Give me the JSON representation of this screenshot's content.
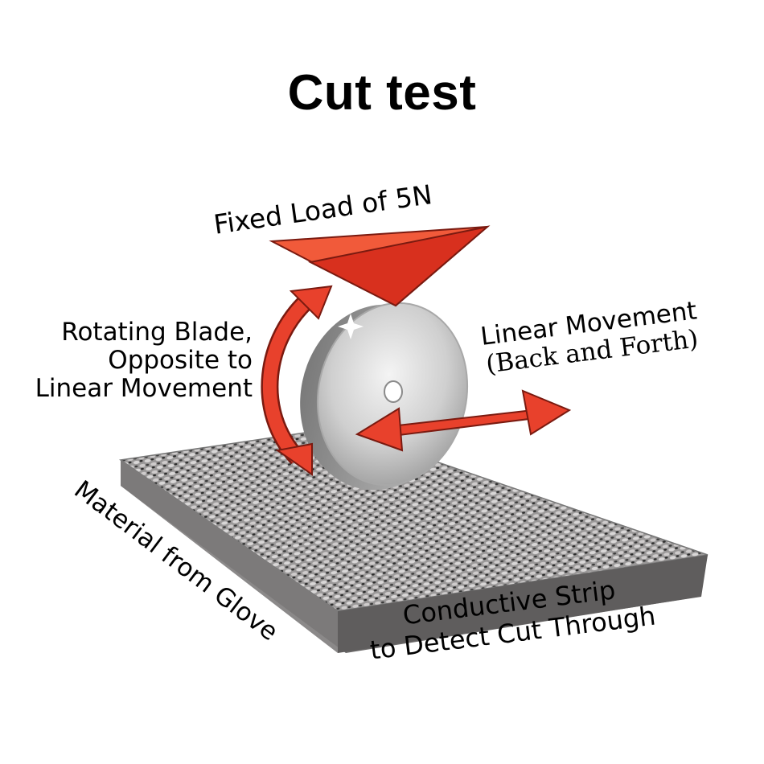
{
  "title": "Cut test",
  "labels": {
    "load": "Fixed Load of 5N",
    "rotating": [
      "Rotating Blade,",
      "Opposite to",
      "Linear Movement"
    ],
    "linear": [
      "Linear Movement",
      "(Back and Forth)"
    ],
    "material": "Material from Glove",
    "conductive": [
      "Conductive Strip",
      "to Detect Cut Through"
    ]
  },
  "colors": {
    "arrow": "#e8412c",
    "arrow_dark": "#b02a1a",
    "load_light": "#f25a3c",
    "load_dark": "#d8321f",
    "blade": "#c9c9c9",
    "fabric": "#8c8a8a"
  }
}
